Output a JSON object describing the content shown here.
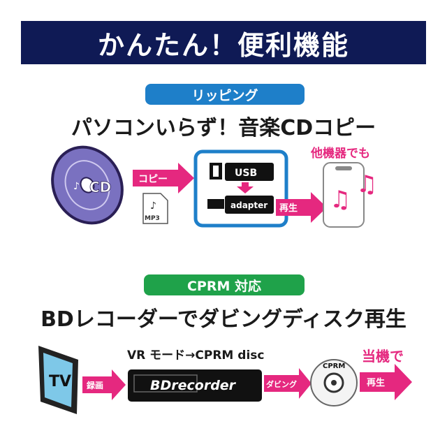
{
  "banner": {
    "title": "かんたん！便利機能"
  },
  "ripping": {
    "badge": "リッピング",
    "headline": "パソコンいらず！音楽CDコピー",
    "cd_label": "CD",
    "copy_label": "コピー",
    "mp3_label": "MP3",
    "usb_label": "USB",
    "adapter_label": "adapter",
    "play_label": "再生",
    "other_devices": "他機器でも"
  },
  "cprm": {
    "badge": "CPRM 対応",
    "headline": "BDレコーダーでダビングディスク再生",
    "tv_label": "TV",
    "record_label": "録画",
    "mode_caption": "VR モード→CPRM disc",
    "recorder_label": "BDrecorder",
    "dubbing_label": "ダビング",
    "disc_label": "CPRM",
    "this_unit": "当機で",
    "play_label": "再生"
  },
  "colors": {
    "navy": "#0f1a55",
    "blue": "#1e7fc9",
    "green": "#1fa24a",
    "pink": "#e5287f"
  }
}
